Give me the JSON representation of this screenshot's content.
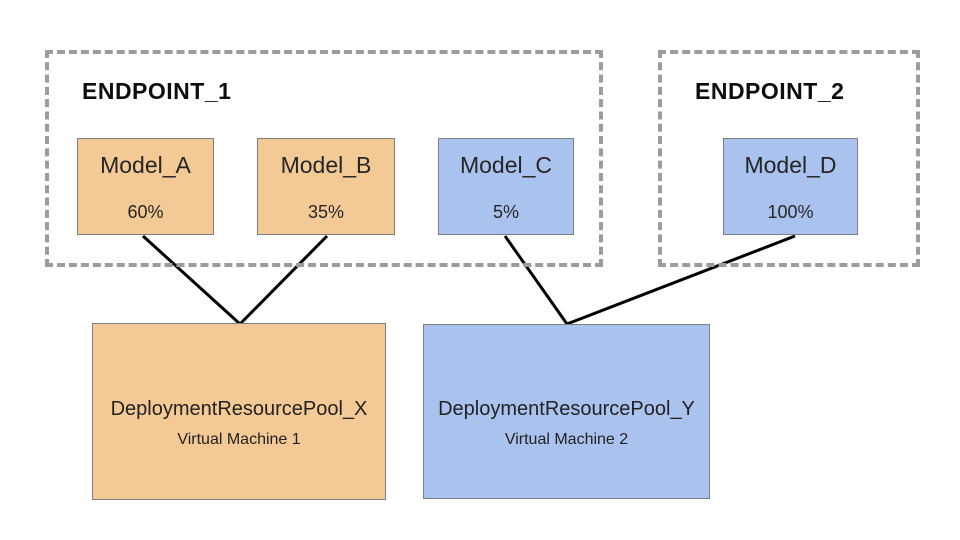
{
  "endpoints": [
    {
      "label": "ENDPOINT_1"
    },
    {
      "label": "ENDPOINT_2"
    }
  ],
  "models": [
    {
      "name": "Model_A",
      "traffic_split": "60%",
      "endpoint": "ENDPOINT_1",
      "fill": "#f3c995"
    },
    {
      "name": "Model_B",
      "traffic_split": "35%",
      "endpoint": "ENDPOINT_1",
      "fill": "#f3c995"
    },
    {
      "name": "Model_C",
      "traffic_split": "5%",
      "endpoint": "ENDPOINT_1",
      "fill": "#a9c3ee"
    },
    {
      "name": "Model_D",
      "traffic_split": "100%",
      "endpoint": "ENDPOINT_2",
      "fill": "#a9c3ee"
    }
  ],
  "pools": [
    {
      "name": "DeploymentResourcePool_X",
      "machine": "Virtual Machine 1",
      "fill": "#f3c995"
    },
    {
      "name": "DeploymentResourcePool_Y",
      "machine": "Virtual Machine 2",
      "fill": "#a9c3ee"
    }
  ],
  "connections": [
    {
      "from": "Model_A",
      "to": "DeploymentResourcePool_X"
    },
    {
      "from": "Model_B",
      "to": "DeploymentResourcePool_X"
    },
    {
      "from": "Model_C",
      "to": "DeploymentResourcePool_Y"
    },
    {
      "from": "Model_D",
      "to": "DeploymentResourcePool_Y"
    }
  ],
  "colors": {
    "orange_fill": "#f3c995",
    "blue_fill": "#a9c3ee",
    "box_border": "#7f7f7f",
    "dashed_border": "#9c9c9c",
    "connector_line": "#000000",
    "background": "#ffffff"
  }
}
